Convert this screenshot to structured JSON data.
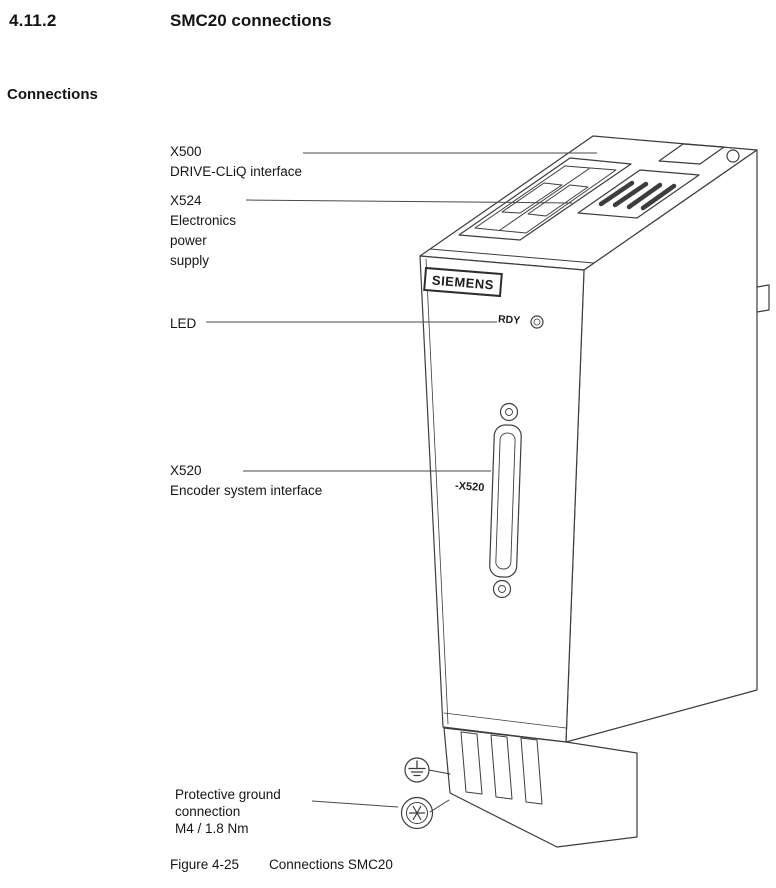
{
  "page": {
    "section_number": "4.11.2",
    "section_title": "SMC20 connections",
    "subheading": "Connections"
  },
  "callouts": {
    "x500": {
      "lines": [
        "X500",
        "DRIVE-CLiQ interface"
      ]
    },
    "x524": {
      "lines": [
        "X524",
        "Electronics",
        "power",
        "supply"
      ]
    },
    "led": {
      "lines": [
        "LED"
      ]
    },
    "x520": {
      "lines": [
        "X520",
        "Encoder system interface"
      ]
    },
    "ground": {
      "lines": [
        "Protective ground",
        "connection",
        "M4 / 1.8 Nm"
      ]
    }
  },
  "device": {
    "brand": "SIEMENS",
    "led_label": "RDY",
    "connector_label": "-X520"
  },
  "figure": {
    "caption_label": "Figure 4-25",
    "caption_title": "Connections SMC20"
  },
  "colors": {
    "ink": "#141414",
    "line_art": "#3d3d3d"
  }
}
